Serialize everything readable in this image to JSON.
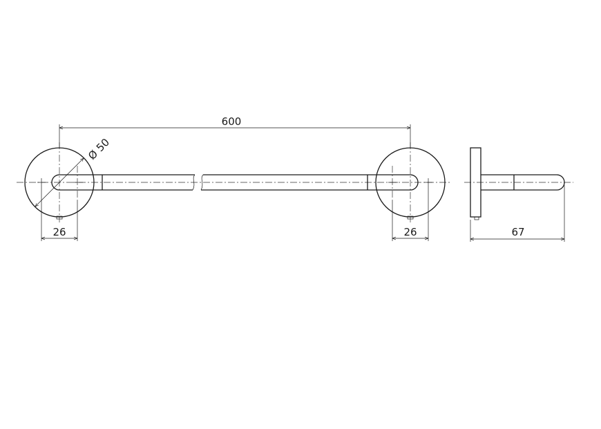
{
  "drawing": {
    "dimensions": {
      "overall_length": "600",
      "rose_diameter": "Ø 50",
      "left_offset": "26",
      "right_offset": "26",
      "projection": "67"
    }
  }
}
